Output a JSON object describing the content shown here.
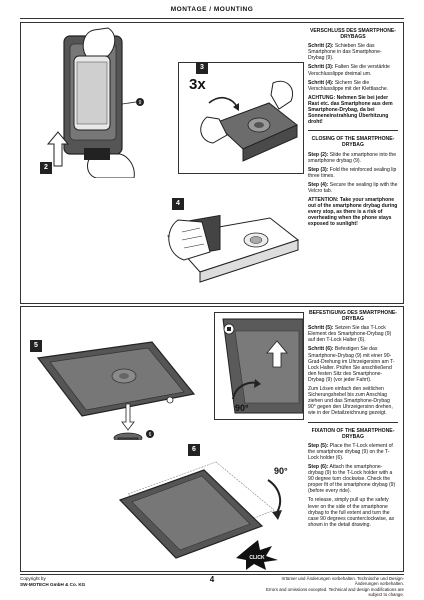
{
  "header": {
    "title": "MONTAGE / MOUNTING"
  },
  "section1": {
    "de": {
      "heading": "VERSCHLUSS DES SMARTPHONE-DRYBAGS",
      "steps": [
        {
          "label": "Schritt (2):",
          "text": "Schieben Sie das Smartphone in das Smartphone-Drybag (9)."
        },
        {
          "label": "Schritt (3):",
          "text": "Falten Sie die verstärkte Verschlusslippe dreimal um."
        },
        {
          "label": "Schritt (4):",
          "text": "Sichern Sie die Verschlusslippe mit der Klettlasche."
        }
      ],
      "warning": "ACHTUNG: Nehmen Sie bei jeder Rast etc. das Smartphone aus dem Smartphone-Drybag, da bei Sonneneinstrahlung Überhitzung droht!"
    },
    "en": {
      "heading": "CLOSING OF THE SMARTPHONE-DRYBAG",
      "steps": [
        {
          "label": "Step (2):",
          "text": "Slide the smartphone into the smartphone drybag (9)."
        },
        {
          "label": "Step (3):",
          "text": "Fold the reinforced sealing lip three times."
        },
        {
          "label": "Step (4):",
          "text": "Secure the sealing lip with the Velcro tab."
        }
      ],
      "warning": "ATTENTION: Take your smartphone out of the smartphone drybag during every stop, as there is a risk of overheating when the phone stays exposed to sunlight!"
    }
  },
  "section2": {
    "de": {
      "heading": "BEFESTIGUNG DES SMARTPHONE-DRYBAG",
      "steps": [
        {
          "label": "Schritt (5):",
          "text": "Setzen Sie das T-Lock Element des Smartphone-Drybag (9) auf den T-Lock Halter (6)."
        },
        {
          "label": "Schritt (6):",
          "text": "Befestigen Sie das Smartphone-Drybag (9) mit einer 90-Grad-Drehung im Uhrzeigersinn am T-Lock Halter. Prüfen Sie anschließend den festen Sitz des Smartphone-Drybag (9) (vor jeder Fahrt)."
        }
      ],
      "release": "Zum Lösen einfach den seitlichen Sicherungshebel bis zum Anschlag ziehen und das Smartphone-Drybag 90° gegen den Uhrzeigersinn drehen, wie in der Detailzeichnung gezeigt."
    },
    "en": {
      "heading": "FIXATION OF THE SMARTPHONE-DRYBAG",
      "steps": [
        {
          "label": "Step (5):",
          "text": "Place the T-Lock element of the smartphone drybag (9) on the T-Lock holder (6)."
        },
        {
          "label": "Step (6):",
          "text": "Attach the smartphone-drybag (9) to the T-Lock holder with a 90 degree turn clockwise. Check the proper fit of the smartphone drybag (9) (before every ride)."
        }
      ],
      "release": "To release, simply pull up the safety lever on the side of the smartphone drybag to the full extent and turn the case 90 degrees counterclockwise, as shown in the detail drawing."
    }
  },
  "figures": {
    "step2": "2",
    "step3": "3",
    "step4": "4",
    "step5": "5",
    "step6": "6",
    "fold_count": "3x",
    "callout9": "9",
    "callout6": "6",
    "angle_detail": "90°",
    "angle_main": "90°",
    "click": "CLICK"
  },
  "footer": {
    "copyright_line1": "Copyright by",
    "copyright_line2": "SW-MOTECH GmbH & Co. KG",
    "page": "4",
    "note_de": "Irrtümer und Änderungen vorbehalten. Technische und Design-Änderungen vorbehalten.",
    "note_en": "Errors and omissions excepted. Technical and design modifications are subject to change."
  }
}
